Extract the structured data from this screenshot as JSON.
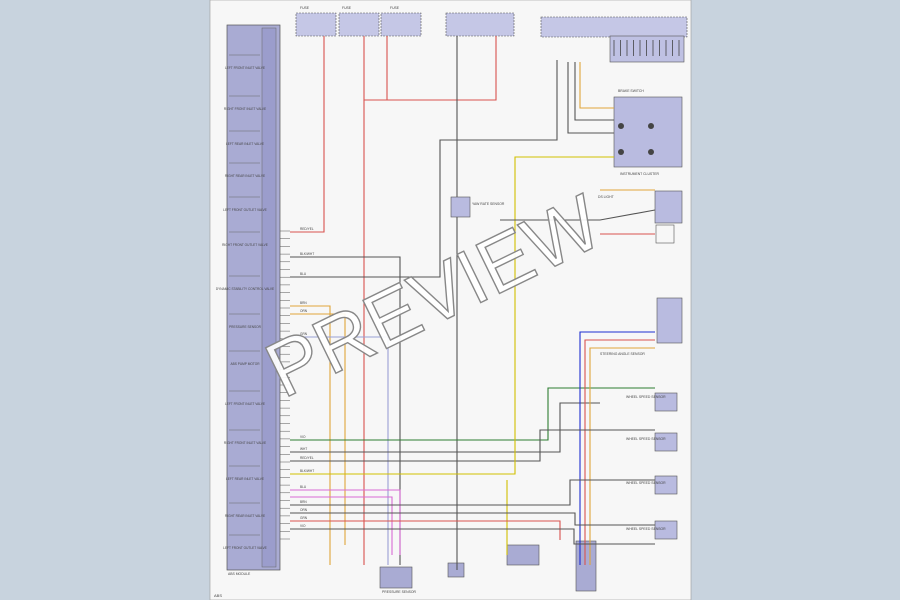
{
  "diagram": {
    "module_labels": [
      "LEFT FRONT INLET VALVE",
      "RIGHT FRONT INLET VALVE",
      "LEFT REAR INLET VALVE",
      "RIGHT REAR INLET VALVE",
      "LEFT FRONT OUTLET VALVE",
      "RIGHT FRONT OUTLET VALVE",
      "DYNAMIC STABILITY CONTROL VALVE",
      "PRESSURE SENSOR",
      "ABS PUMP MOTOR"
    ],
    "component_labels": {
      "top_left": "FUSE",
      "top_mid": "FUSE",
      "top_right_header": "FUSE",
      "brake_switch": "BRAKE SWITCH",
      "ds_light": "DS LIGHT",
      "yaw_sensor": "YAW RATE SENSOR",
      "wheel_speed_1": "WHEEL SPEED SENSOR",
      "wheel_speed_2": "WHEEL SPEED SENSOR",
      "wheel_speed_3": "WHEEL SPEED SENSOR",
      "wheel_speed_4": "WHEEL SPEED SENSOR",
      "steering_angle": "STEERING ANGLE SENSOR",
      "instrument_cluster": "INSTRUMENT CLUSTER",
      "pressure_sensor": "PRESSURE SENSOR",
      "bottom_note": "ABS MODULE"
    },
    "wire_labels": [
      "RED/YEL",
      "BLK/WHT",
      "BLU",
      "BRN",
      "ORN",
      "GRN",
      "VIO",
      "WHT"
    ],
    "corner_label": "ABS",
    "watermark": "PREVIEW"
  }
}
